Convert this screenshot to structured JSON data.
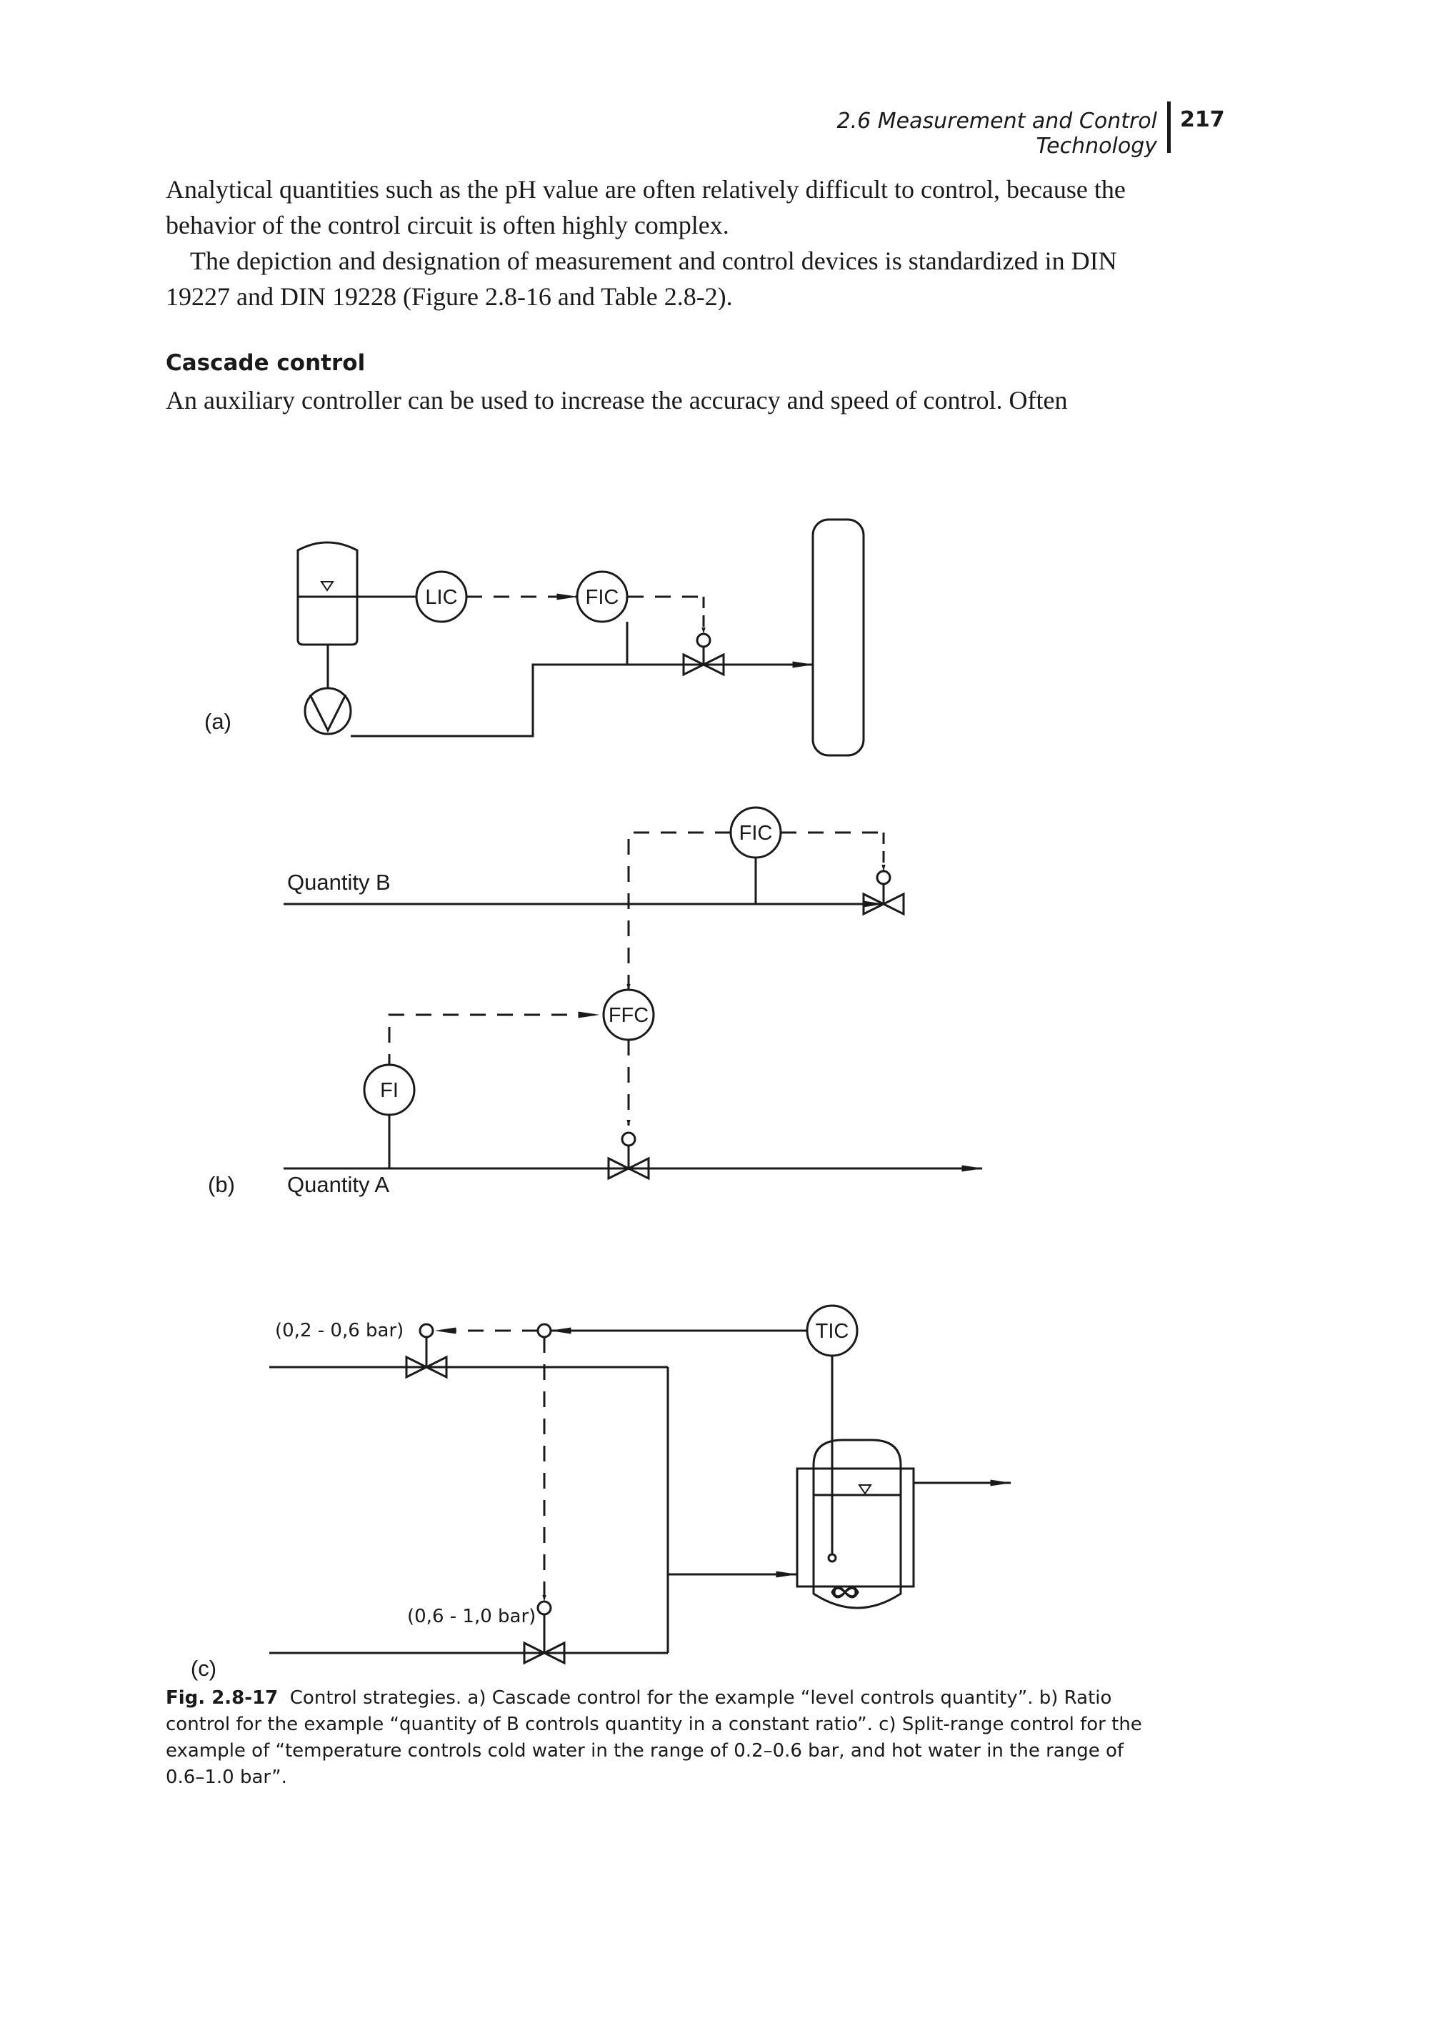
{
  "header": {
    "section": "2.6 Measurement and Control Technology",
    "page_number": "217"
  },
  "paragraphs": [
    "Analytical quantities such as the pH value are often relatively difficult to control, because the behavior of the control circuit is often highly complex.",
    "The depiction and designation of measurement and control devices is standardized in DIN 19227 and DIN 19228 (Figure 2.8-16 and Table 2.8-2)."
  ],
  "section_heading": "Cascade control",
  "intro_text": "An auxiliary controller can be used to increase the accuracy and speed of control. Often",
  "figure": {
    "panel_a": {
      "label": "(a)",
      "instruments": [
        "LIC",
        "FIC"
      ]
    },
    "panel_b": {
      "label": "(b)",
      "stream_b": "Quantity B",
      "stream_a": "Quantity A",
      "instruments": [
        "FIC",
        "FFC",
        "FI"
      ]
    },
    "panel_c": {
      "label": "(c)",
      "instrument": "TIC",
      "range_cold": "(0,2 - 0,6 bar)",
      "range_hot": "(0,6 - 1,0 bar)"
    }
  },
  "caption": {
    "number": "Fig. 2.8-17",
    "text": "Control strategies. a) Cascade control for the example “level controls quantity”. b) Ratio control for the example “quantity of B controls quantity in a constant ratio”. c) Split-range control for the example of “temperature controls cold water in the range of 0.2–0.6 bar, and hot water in the range of 0.6–1.0 bar”."
  }
}
